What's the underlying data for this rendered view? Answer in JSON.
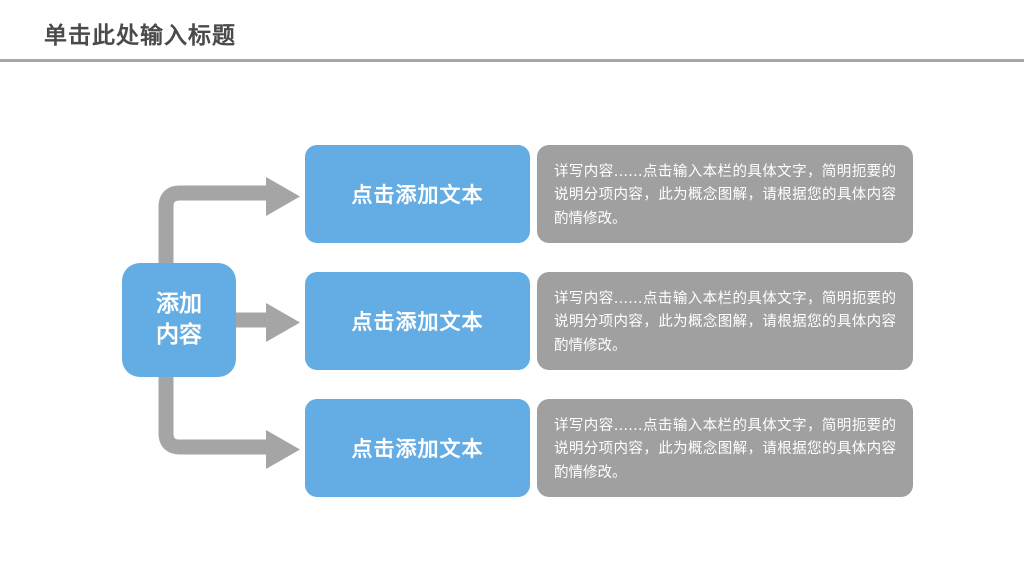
{
  "slide": {
    "title": "单击此处输入标题",
    "accent_blue": "#63ACE4",
    "panel_gray": "#A0A0A0",
    "arrow_gray": "#A5A5A5",
    "rule_gray": "#A6A6A6",
    "title_color": "#4A4A4A"
  },
  "hub": {
    "line1": "添加",
    "line2": "内容"
  },
  "rows": [
    {
      "label": "点击添加文本",
      "body": "详写内容……点击输入本栏的具体文字，简明扼要的说明分项内容，此为概念图解，请根据您的具体内容酌情修改。",
      "arrow": "elbow-up-arrow"
    },
    {
      "label": "点击添加文本",
      "body": "详写内容……点击输入本栏的具体文字，简明扼要的说明分项内容，此为概念图解，请根据您的具体内容酌情修改。",
      "arrow": "straight-right-arrow"
    },
    {
      "label": "点击添加文本",
      "body": "详写内容……点击输入本栏的具体文字，简明扼要的说明分项内容，此为概念图解，请根据您的具体内容酌情修改。",
      "arrow": "elbow-down-arrow"
    }
  ]
}
